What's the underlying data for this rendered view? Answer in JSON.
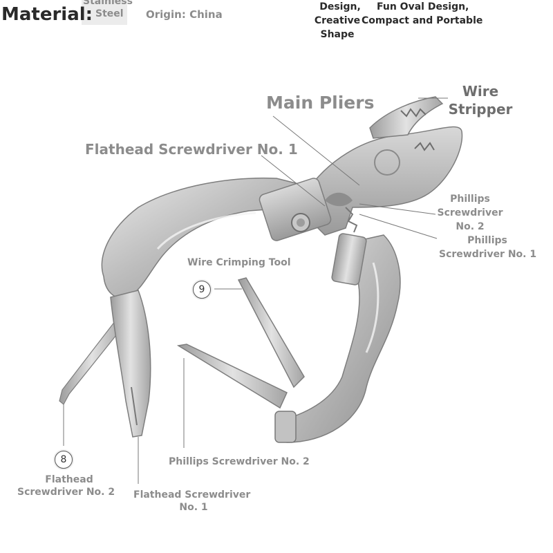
{
  "header": {
    "material_label": "Material:",
    "material_value_line1": "Stainless",
    "material_value_line2": "Steel",
    "origin": "Origin: China",
    "feature1_line1": "Design,",
    "feature1_line2": "Creative",
    "feature1_line3": "Shape",
    "feature2_line1": "Fun Oval Design,",
    "feature2_line2": "Compact and Portable"
  },
  "callouts": {
    "main_pliers": "Main Pliers",
    "wire_stripper_line1": "Wire",
    "wire_stripper_line2": "Stripper",
    "flathead_1_top": "Flathead Screwdriver No. 1",
    "phillips_2_line1": "Phillips",
    "phillips_2_line2": "Screwdriver",
    "phillips_2_line3": "No. 2",
    "phillips_1_line1": "Phillips",
    "phillips_1_line2": "Screwdriver No. 1",
    "wire_crimping": "Wire Crimping Tool",
    "badge_9": "9",
    "badge_8": "8",
    "flathead_2_line1": "Flathead",
    "flathead_2_line2": "Screwdriver No. 2",
    "phillips_2_bottom": "Phillips Screwdriver No. 2",
    "flathead_1_bottom_line1": "Flathead Screwdriver",
    "flathead_1_bottom_line2": "No. 1"
  },
  "colors": {
    "steel": "#b9b9b9",
    "steel_dark": "#8a8a8a",
    "label_gray": "#8c8c8c",
    "leader_line": "#777777"
  }
}
